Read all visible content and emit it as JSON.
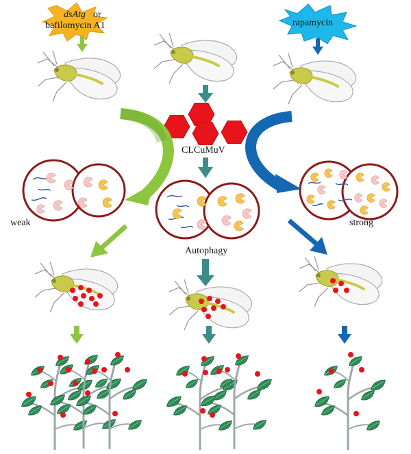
{
  "labels": {
    "inhibitor_italic": "dsAtg",
    "inhibitor_or": " or",
    "inhibitor_line2": "bafilomycin A1",
    "inducer": "rapamycin",
    "virus": "CLCuMuV",
    "center_process": "Autophagy",
    "left_level": "weak",
    "right_level": "strong"
  },
  "colors": {
    "inhibitor_burst": "#F5B324",
    "inducer_burst": "#1EB7EA",
    "left_arrow": "#8CC63F",
    "center_arrow": "#3C8C8C",
    "right_arrow": "#1467B3",
    "cell_outline": "#8B1A1A",
    "virus": "#E8141B",
    "leaf": "#2E8B57",
    "insect_body": "#C9C94A"
  },
  "icons": [
    "whitefly-icon",
    "virus-hexagon-icon",
    "autophagosome-cell-icon",
    "tomato-plant-icon"
  ]
}
